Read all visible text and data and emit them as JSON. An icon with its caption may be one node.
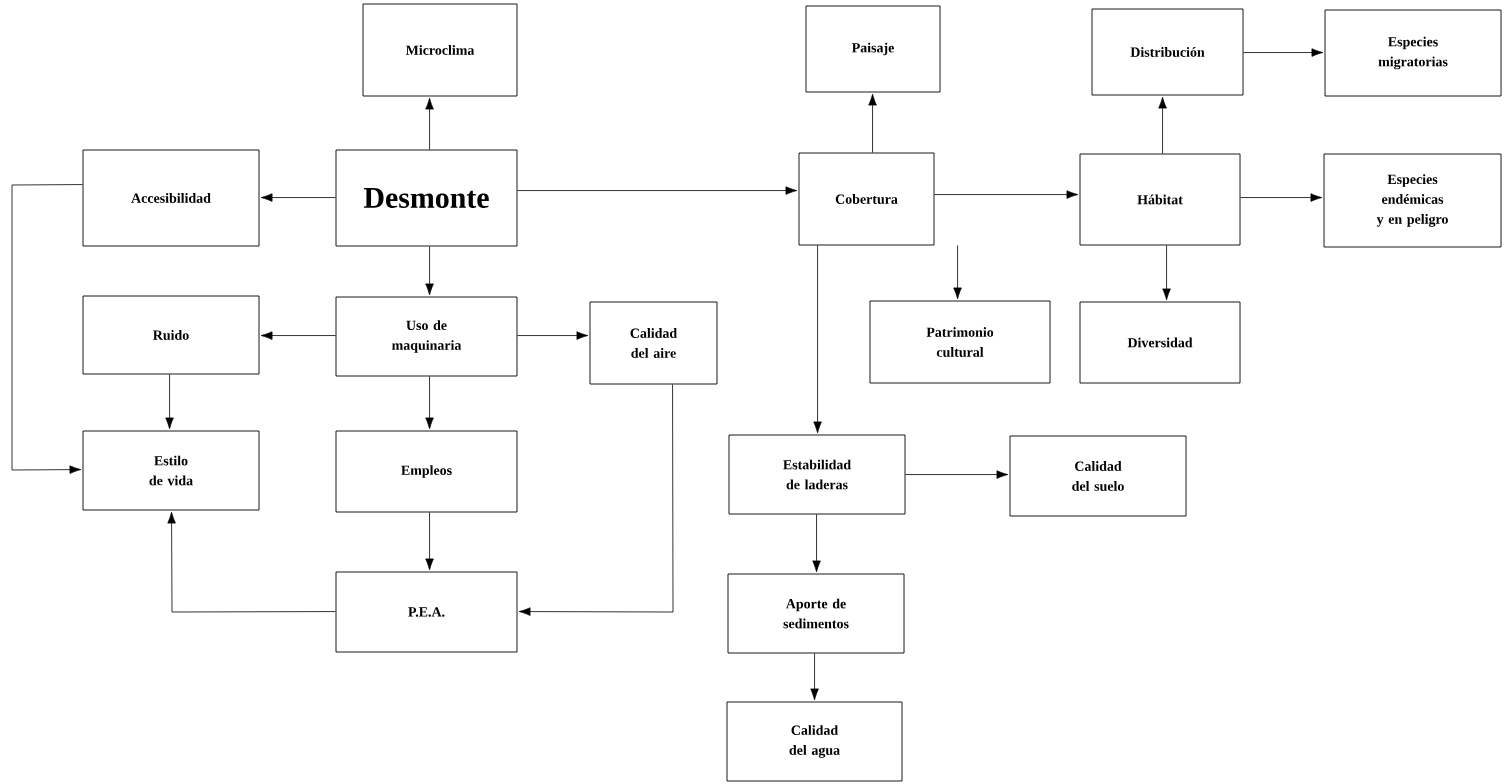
{
  "diagram": {
    "nodes": [
      {
        "text": [
          "Microclima"
        ]
      },
      {
        "text": [
          "Paisaje"
        ]
      },
      {
        "text": [
          "Distribución"
        ]
      },
      {
        "text": [
          "Especies migratorias"
        ]
      },
      {
        "text": [
          "Accesibilidad"
        ]
      },
      {
        "text": [
          "Desmonte"
        ]
      },
      {
        "text": [
          "Cobertura"
        ]
      },
      {
        "text": [
          "Hábitat"
        ]
      },
      {
        "text": [
          "Especies endémicas y en peligro"
        ]
      },
      {
        "text": [
          "Ruido"
        ]
      },
      {
        "text": [
          "Uso de maquinaria"
        ]
      },
      {
        "text": [
          "Calidad del aire"
        ]
      },
      {
        "text": [
          "Patrimonio cultural"
        ]
      },
      {
        "text": [
          "Diversidad"
        ]
      },
      {
        "text": [
          "Estilo de vida"
        ]
      },
      {
        "text": [
          "Empleos"
        ]
      },
      {
        "text": [
          "Estabilidad de laderas"
        ]
      },
      {
        "text": [
          "Calidad del suelo"
        ]
      },
      {
        "text": [
          "P.E.A."
        ]
      },
      {
        "text": [
          "Aporte de sedimentos"
        ]
      },
      {
        "text": [
          "Calidad del agua"
        ]
      }
    ],
    "edges": [
      {
        "from": 5,
        "to": 0,
        "arrow": "to"
      },
      {
        "from": 5,
        "to": 4,
        "arrow": "to"
      },
      {
        "from": 5,
        "to": 6,
        "arrow": "to"
      },
      {
        "from": 5,
        "to": 10,
        "arrow": "to"
      },
      {
        "from": 6,
        "to": 1,
        "arrow": "to"
      },
      {
        "from": 6,
        "to": 7,
        "arrow": "to"
      },
      {
        "from": 6,
        "to": 12,
        "arrow": "to"
      },
      {
        "from": 6,
        "to": 16,
        "arrow": "to"
      },
      {
        "from": 7,
        "to": 2,
        "arrow": "to"
      },
      {
        "from": 7,
        "to": 13,
        "arrow": "to"
      },
      {
        "from": 7,
        "to": 8,
        "arrow": "to"
      },
      {
        "from": 2,
        "to": 3,
        "arrow": "to"
      },
      {
        "from": 10,
        "to": 9,
        "arrow": "to"
      },
      {
        "from": 10,
        "to": 11,
        "arrow": "to"
      },
      {
        "from": 10,
        "to": 15,
        "arrow": "to"
      },
      {
        "from": 9,
        "to": 14,
        "arrow": "to"
      },
      {
        "from": 4,
        "to": 14,
        "arrow": "to"
      },
      {
        "from": 15,
        "to": 18,
        "arrow": "to"
      },
      {
        "from": 11,
        "to": 18,
        "arrow": "to"
      },
      {
        "from": 18,
        "to": 14,
        "arrow": "to"
      },
      {
        "from": 16,
        "to": 17,
        "arrow": "to"
      },
      {
        "from": 16,
        "to": 19,
        "arrow": "to"
      },
      {
        "from": 19,
        "to": 20,
        "arrow": "to"
      }
    ]
  }
}
